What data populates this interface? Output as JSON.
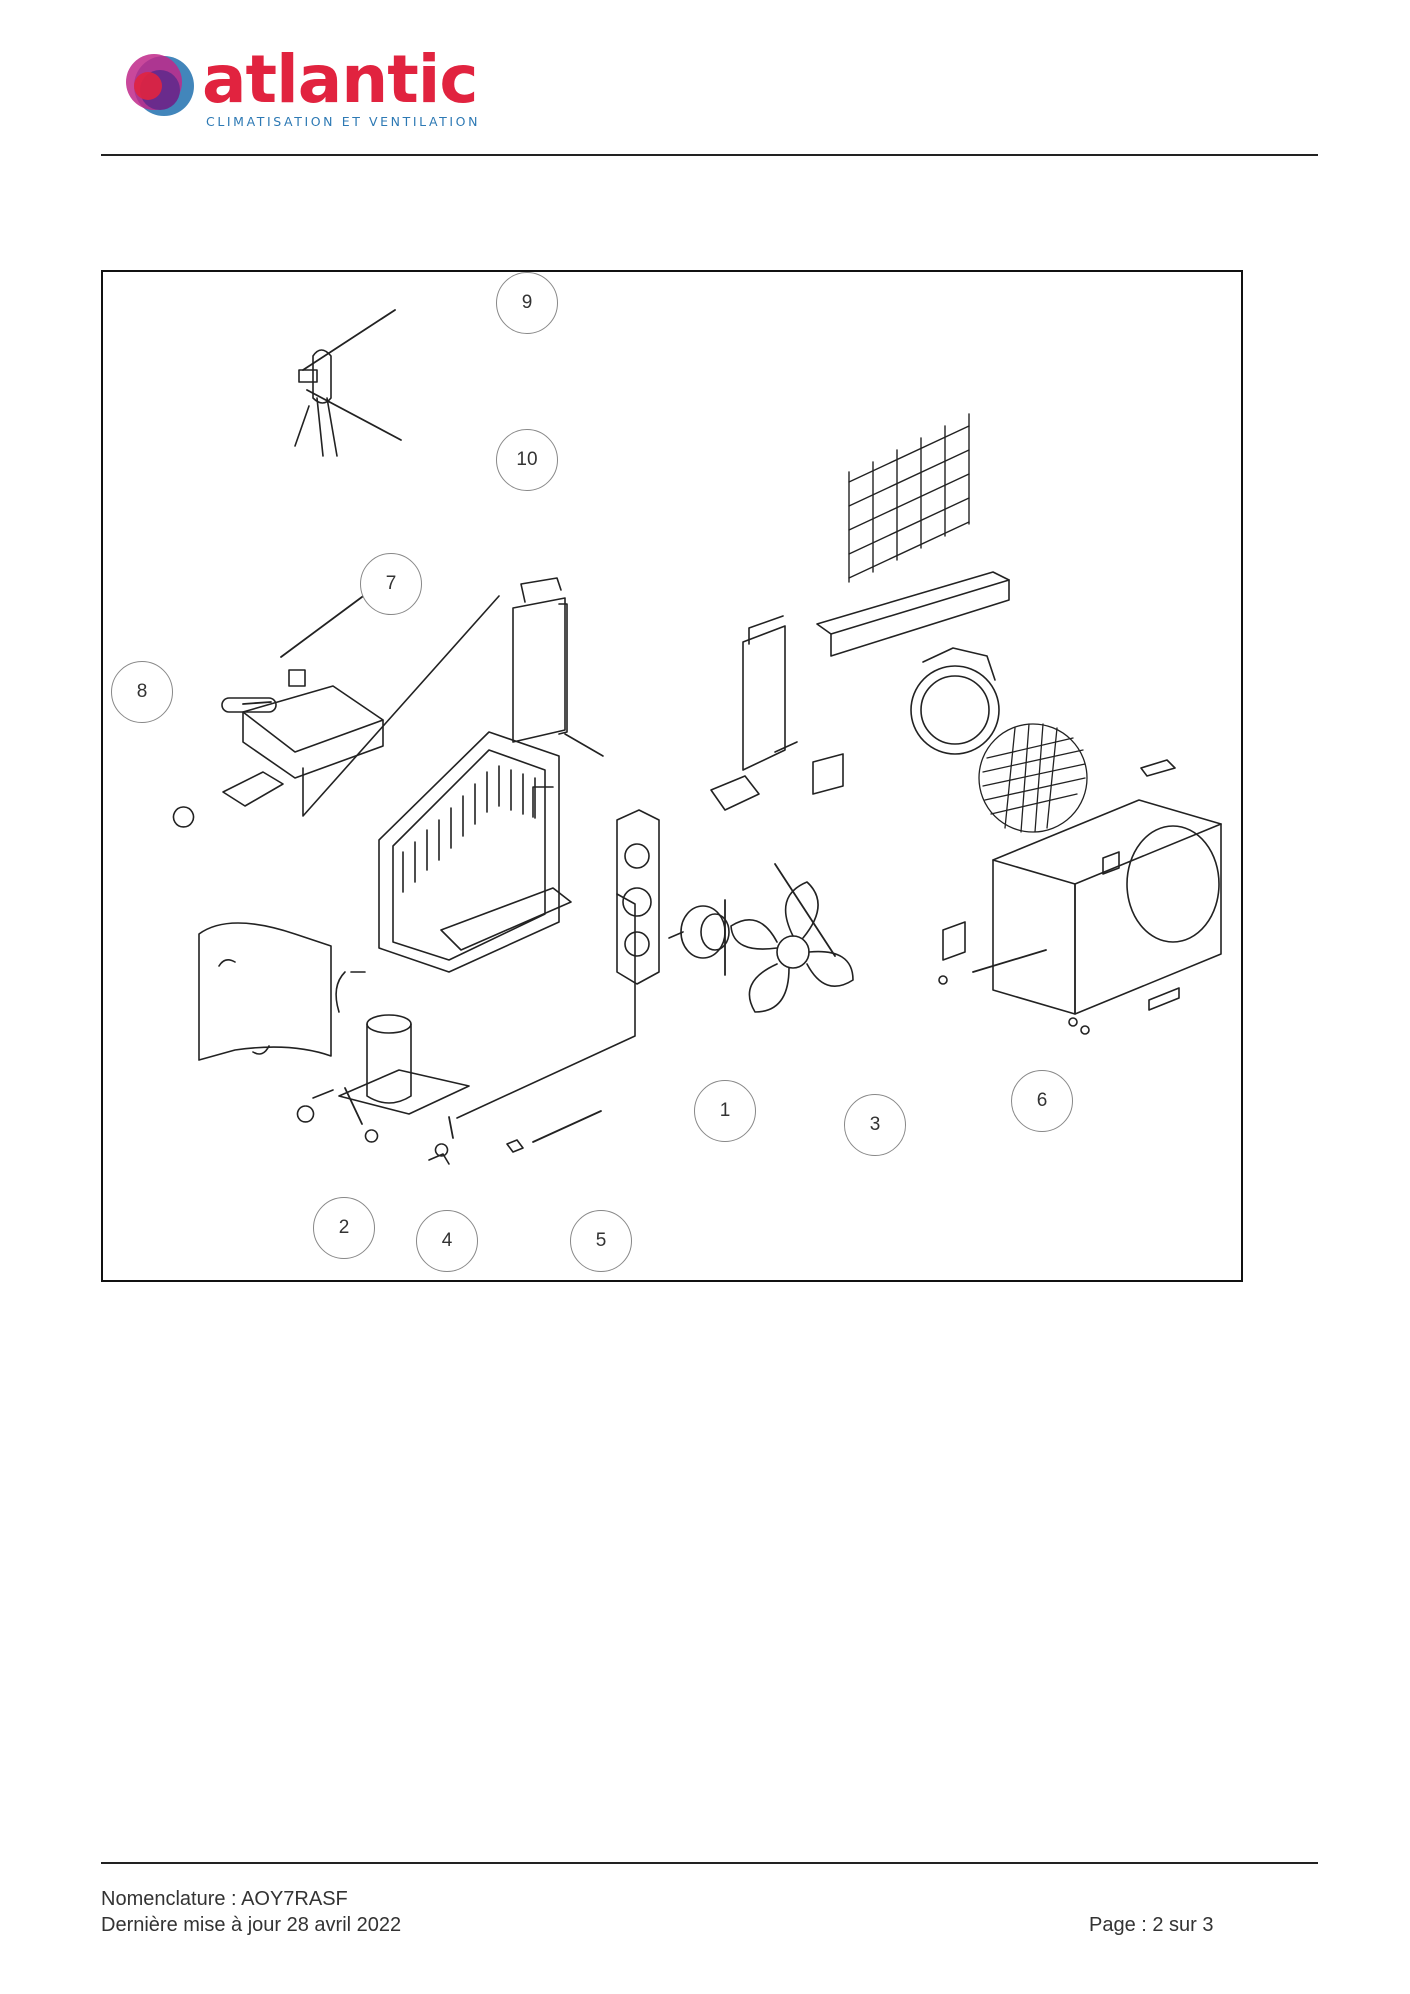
{
  "brand": {
    "name": "atlantic",
    "tagline": "CLIMATISATION ET VENTILATION",
    "colors": {
      "red": "#e1233f",
      "purple": "#6a2b8c",
      "blue": "#2d79b4",
      "pink": "#c0288a"
    }
  },
  "diagram": {
    "callouts": [
      {
        "id": "1",
        "label": "1"
      },
      {
        "id": "2",
        "label": "2"
      },
      {
        "id": "3",
        "label": "3"
      },
      {
        "id": "4",
        "label": "4"
      },
      {
        "id": "5",
        "label": "5"
      },
      {
        "id": "6",
        "label": "6"
      },
      {
        "id": "7",
        "label": "7"
      },
      {
        "id": "8",
        "label": "8"
      },
      {
        "id": "9",
        "label": "9"
      },
      {
        "id": "10",
        "label": "10"
      }
    ]
  },
  "footer": {
    "nomenclature": "Nomenclature : AOY7RASF",
    "updated": "Dernière mise à jour 28 avril 2022",
    "page": "Page : 2 sur 3"
  }
}
